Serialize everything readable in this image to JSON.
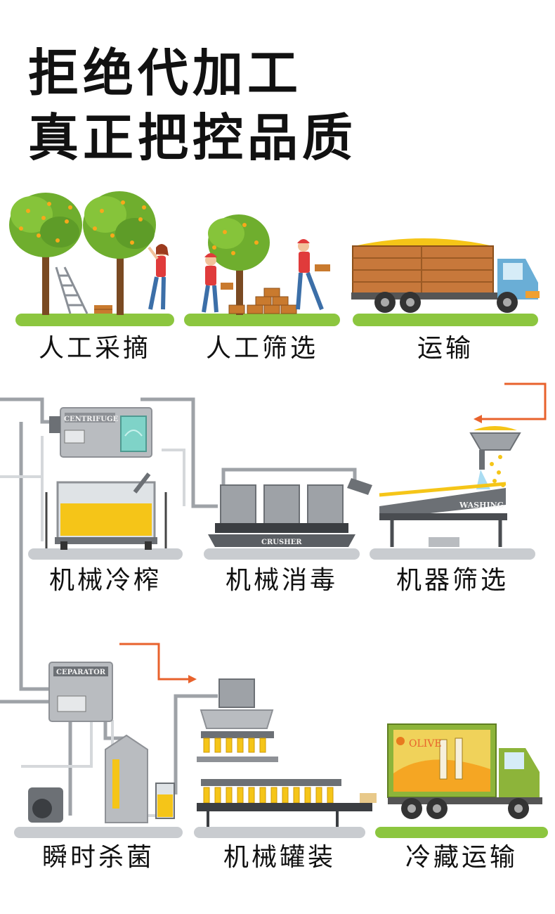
{
  "title": {
    "line1": "拒绝代加工",
    "line2": "真正把控品质"
  },
  "steps": {
    "s1": "人工采摘",
    "s2": "人工筛选",
    "s3": "运输",
    "s4": "机械冷榨",
    "s5": "机械消毒",
    "s6": "机器筛选",
    "s7": "瞬时杀菌",
    "s8": "机械罐装",
    "s9": "冷藏运输"
  },
  "machine_labels": {
    "centrifuge": "CENTRIFUGE",
    "crusher": "CRUSHER",
    "washing": "WASHING",
    "ceparator": "CEPARATOR",
    "olive": "OLIVE"
  },
  "colors": {
    "grass": "#8cc63f",
    "orange_arrow": "#e8622c",
    "juice": "#f5c518",
    "machine_gray": "#b9bcc0",
    "truck_blue": "#6aaed6",
    "truck_green": "#8db43a"
  }
}
